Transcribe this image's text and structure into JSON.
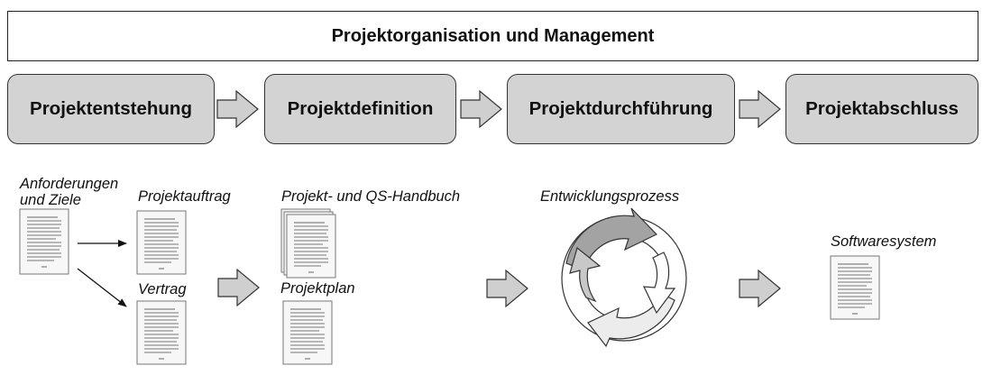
{
  "header": {
    "title": "Projektorganisation und Management"
  },
  "phases": [
    {
      "label": "Projektentstehung"
    },
    {
      "label": "Projektdefinition"
    },
    {
      "label": "Projektdurchführung"
    },
    {
      "label": "Projektabschluss"
    }
  ],
  "artifacts": {
    "requirements_line1": "Anforderungen",
    "requirements_line2": "und Ziele",
    "order": "Projektauftrag",
    "contract": "Vertrag",
    "handbook": "Projekt- und QS-Handbuch",
    "plan": "Projektplan",
    "process": "Entwicklungsprozess",
    "system": "Softwaresystem"
  },
  "colors": {
    "phase_fill": "#d3d3d3",
    "arrow_fill": "#cfcfcf",
    "cycle_dark": "#a3a3a3",
    "cycle_mid": "#c8c8c8",
    "cycle_light": "#ececec"
  }
}
